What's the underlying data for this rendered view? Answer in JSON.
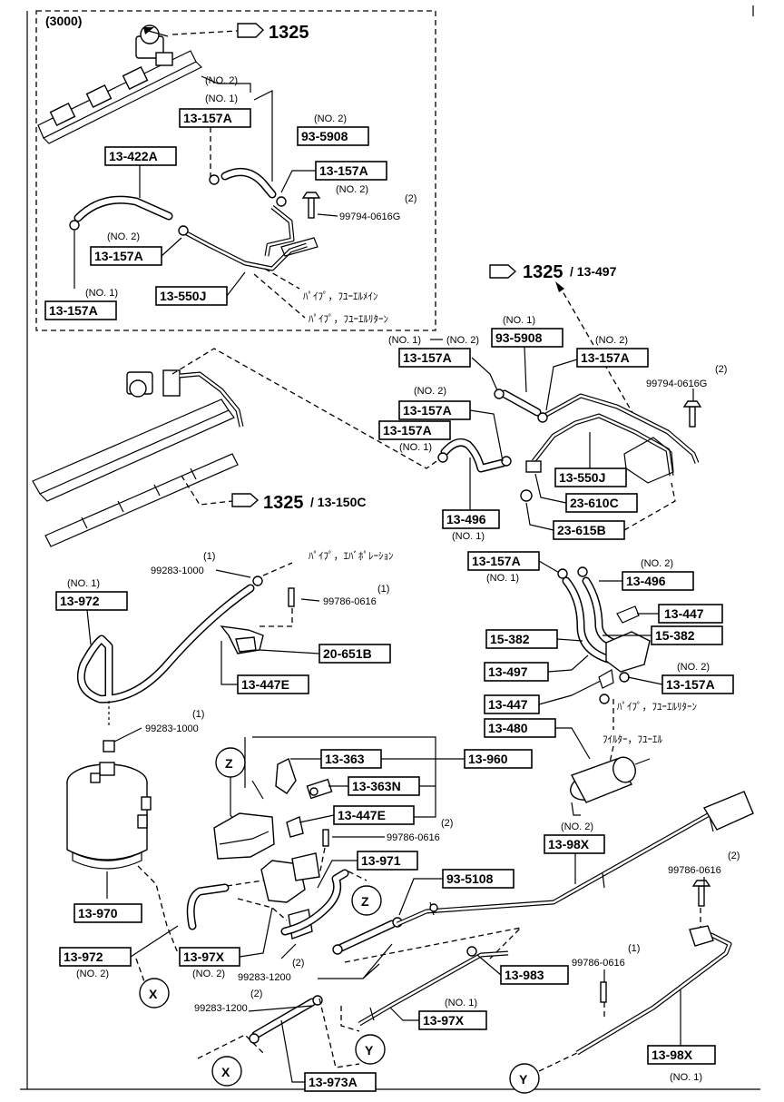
{
  "inset_title": "(3000)",
  "ref_labels": {
    "r1": "1325",
    "r2": "1325",
    "r2b": "/ 13-497",
    "r3": "1325",
    "r3b": "/ 13-150C"
  },
  "part_boxes": {
    "p_13_157A_a": "13-157A",
    "p_93_5908_a": "93-5908",
    "p_13_157A_b": "13-157A",
    "p_13_422A": "13-422A",
    "p_13_157A_c": "13-157A",
    "p_13_550J_a": "13-550J",
    "p_13_157A_d": "13-157A",
    "p_13_157A_e": "13-157A",
    "p_93_5908_b": "93-5908",
    "p_13_157A_f": "13-157A",
    "p_13_157A_g": "13-157A",
    "p_13_157A_h": "13-157A",
    "p_13_550J_b": "13-550J",
    "p_23_610C": "23-610C",
    "p_13_496_a": "13-496",
    "p_23_615B": "23-615B",
    "p_13_157A_i": "13-157A",
    "p_13_496_b": "13-496",
    "p_13_447_a": "13-447",
    "p_15_382_a": "15-382",
    "p_15_382_b": "15-382",
    "p_13_497": "13-497",
    "p_13_157A_j": "13-157A",
    "p_13_447_b": "13-447",
    "p_13_480": "13-480",
    "p_13_972_a": "13-972",
    "p_20_651B": "20-651B",
    "p_13_447E_a": "13-447E",
    "p_13_363": "13-363",
    "p_13_960": "13-960",
    "p_13_363N": "13-363N",
    "p_13_447E_b": "13-447E",
    "p_13_971": "13-971",
    "p_93_5108": "93-5108",
    "p_13_98X_a": "13-98X",
    "p_13_970": "13-970",
    "p_13_972_b": "13-972",
    "p_13_97X_a": "13-97X",
    "p_13_983": "13-983",
    "p_13_97X_b": "13-97X",
    "p_13_973A": "13-973A",
    "p_13_98X_b": "13-98X"
  },
  "notes": {
    "n_no2_a": "(NO. 2)",
    "n_no1_a": "(NO. 1)",
    "n_no2_b": "(NO. 2)",
    "n_no2_c": "(NO. 2)",
    "n_no2_d": "(NO. 2)",
    "n_no1_b": "(NO. 1)",
    "n_2_a": "(2)",
    "bolt_a": "99794-0616G",
    "n_no1_c": "(NO. 1)",
    "n_no2_e": "(NO. 2)",
    "n_no1_d": "(NO. 1)",
    "n_no2_f": "(NO. 2)",
    "n_2_b": "(2)",
    "bolt_b": "99794-0616G",
    "n_no2_g": "(NO. 2)",
    "n_no1_e": "(NO. 1)",
    "n_no1_f": "(NO. 1)",
    "n_no1_g": "(NO. 1)",
    "n_no2_h": "(NO. 2)",
    "n_no2_i": "(NO. 2)",
    "n_1_a": "(1)",
    "clamp_a": "99283-1000",
    "n_1_b": "(1)",
    "bolt_c": "99786-0616",
    "n_no1_h": "(NO. 1)",
    "n_1_c": "(1)",
    "clamp_b": "99283-1000",
    "n_2_c": "(2)",
    "bolt_d": "99786-0616",
    "n_no2_j": "(NO. 2)",
    "n_2_d": "(2)",
    "bolt_e": "99786-0616",
    "n_no2_k": "(NO. 2)",
    "n_no2_l": "(NO. 2)",
    "n_2_e": "(2)",
    "clamp_c": "99283-1200",
    "n_1_d": "(1)",
    "bolt_f": "99786-0616",
    "n_2_f": "(2)",
    "clamp_d": "99283-1200",
    "n_no1_i": "(NO. 1)",
    "n_no1_j": "(NO. 1)"
  },
  "jp_labels": {
    "main_pipe": "ﾊﾟｲﾌﾟ，ﾌﾕｰｴﾙﾒｲﾝ",
    "return_pipe_a": "ﾊﾟｲﾌﾟ，ﾌﾕｰｴﾙﾘﾀｰﾝ",
    "evap_pipe": "ﾊﾟｲﾌﾟ，ｴﾊﾞﾎﾟﾚｰｼｮﾝ",
    "return_pipe_b": "ﾊﾟｲﾌﾟ，ﾌﾕｰｴﾙﾘﾀｰﾝ",
    "fuel_filter": "ﾌｲﾙﾀｰ，ﾌﾕｰｴﾙ"
  },
  "circle_refs": {
    "c_z1": "Z",
    "c_z2": "Z",
    "c_x1": "X",
    "c_y1": "Y",
    "c_x2": "X",
    "c_y2": "Y"
  }
}
